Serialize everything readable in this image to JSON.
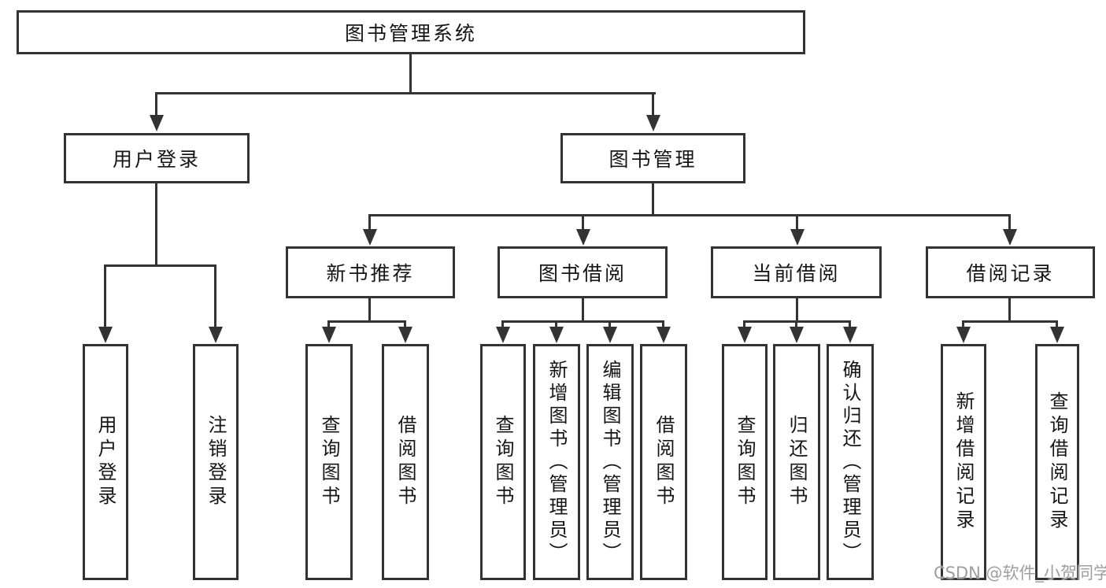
{
  "diagram": {
    "root": {
      "label": "图书管理系统"
    },
    "level2": [
      {
        "label": "用户登录",
        "children": [
          {
            "label": "用户登录"
          },
          {
            "label": "注销登录"
          }
        ]
      },
      {
        "label": "图书管理",
        "children": [
          {
            "label": "新书推荐",
            "children": [
              {
                "label": "查询图书"
              },
              {
                "label": "借阅图书"
              }
            ]
          },
          {
            "label": "图书借阅",
            "children": [
              {
                "label": "查询图书"
              },
              {
                "label": "新增图书（管理员）"
              },
              {
                "label": "编辑图书（管理员）"
              },
              {
                "label": "借阅图书"
              }
            ]
          },
          {
            "label": "当前借阅",
            "children": [
              {
                "label": "查询图书"
              },
              {
                "label": "归还图书"
              },
              {
                "label": "确认归还（管理员）"
              }
            ]
          },
          {
            "label": "借阅记录",
            "children": [
              {
                "label": "新增借阅记录"
              },
              {
                "label": "查询借阅记录"
              }
            ]
          }
        ]
      }
    ]
  },
  "watermark": {
    "text": "CSDN @软件_小贺同学"
  },
  "colors": {
    "line": "#333333",
    "box_border": "#333333",
    "text": "#151515",
    "watermark": "#9e9e9e",
    "background": "#ffffff"
  }
}
